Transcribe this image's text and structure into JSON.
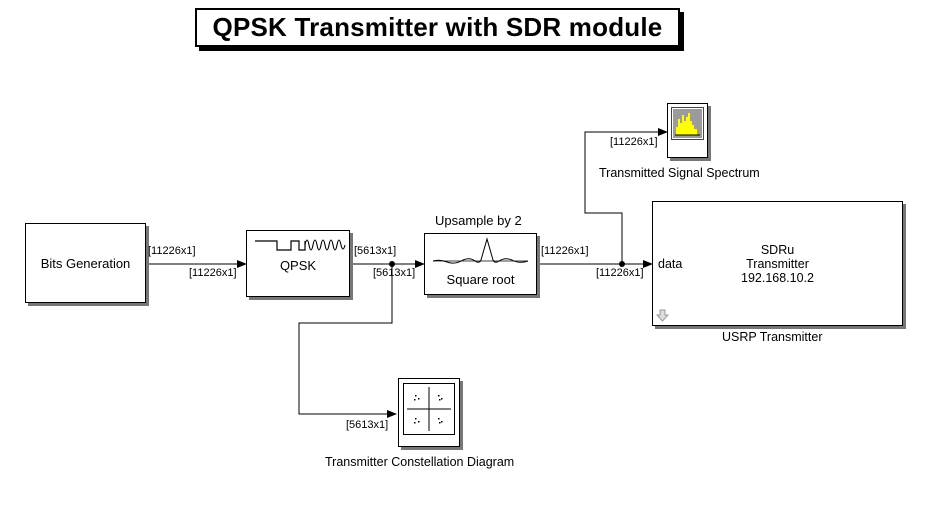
{
  "title": "QPSK Transmitter with SDR module",
  "blocks": {
    "bits_generation": "Bits Generation",
    "qpsk": "QPSK",
    "upsample_top": "Upsample by 2",
    "upsample_bottom": "Square root",
    "usrp_line1": "SDRu",
    "usrp_line2": "Transmitter",
    "usrp_line3": "192.168.10.2",
    "usrp_port": "data",
    "usrp_caption": "USRP Transmitter",
    "spectrum_caption": "Transmitted Signal Spectrum",
    "constellation_caption": "Transmitter Constellation Diagram"
  },
  "signals": {
    "bits_out": "[11226x1]",
    "qpsk_in": "[11226x1]",
    "qpsk_out": "[5613x1]",
    "upsample_in": "[5613x1]",
    "upsample_out": "[11226x1]",
    "usrp_in": "[11226x1]",
    "spectrum_in": "[11226x1]",
    "constellation_in": "[5613x1]"
  },
  "colors": {
    "spectrum_fill": "#ffff00",
    "spectrum_bg": "#9b9b9b",
    "shadow": "#777777"
  }
}
